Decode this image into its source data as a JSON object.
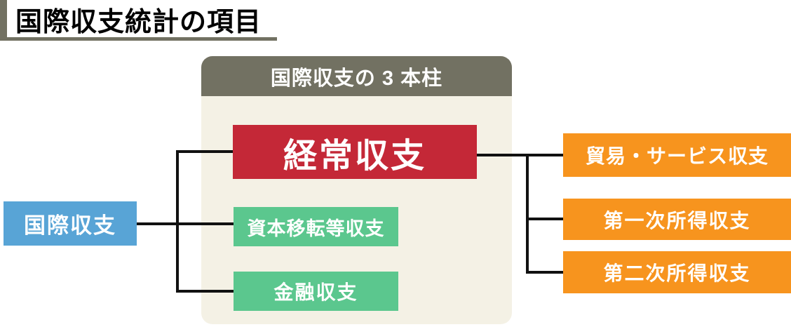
{
  "title": "国際収支統計の項目",
  "panel": {
    "header": "国際収支の 3 本柱"
  },
  "source_box": {
    "label": "国際収支"
  },
  "pillars": [
    {
      "label": "経常収支"
    },
    {
      "label": "資本移転等収支"
    },
    {
      "label": "金融収支"
    }
  ],
  "current_account_breakdown": [
    {
      "label": "貿易・サービス収支"
    },
    {
      "label": "第一次所得収支"
    },
    {
      "label": "第二次所得収支"
    }
  ],
  "colors": {
    "accent_gray": "#727162",
    "panel_background": "#f4f1e5",
    "current_account_red": "#c42837",
    "pillar_green": "#5bc78e",
    "root_blue": "#58a4d6",
    "component_orange": "#f7941e",
    "connector_black": "#111111"
  }
}
